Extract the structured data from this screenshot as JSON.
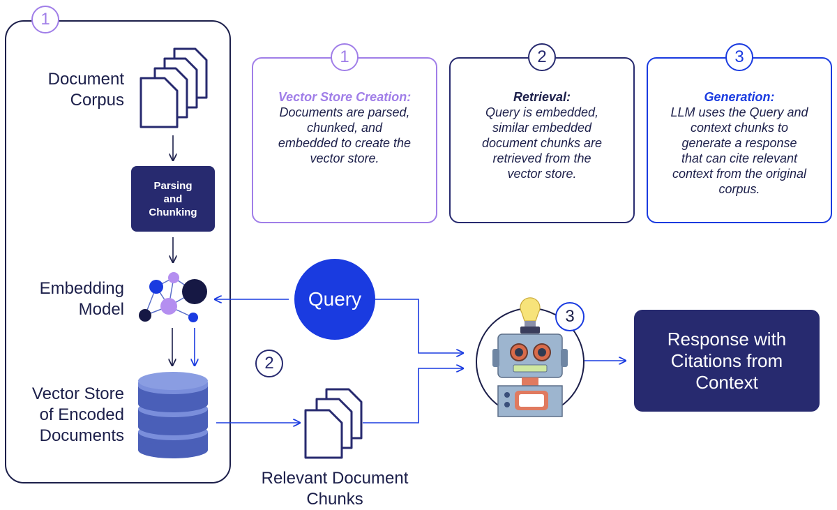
{
  "colors": {
    "navy": "#272a6f",
    "dark": "#1c1f4a",
    "blue": "#1a3be0",
    "purple": "#a07ee8",
    "light_purple": "#c6aef2",
    "db_blue": "#5b6fc9"
  },
  "left_panel": {
    "step_number": "1",
    "document_corpus": [
      "Document",
      "Corpus"
    ],
    "parsing_box": [
      "Parsing",
      "and",
      "Chunking"
    ],
    "embedding_model": [
      "Embedding",
      "Model"
    ],
    "vector_store": [
      "Vector Store",
      "of Encoded",
      "Documents"
    ]
  },
  "cards": [
    {
      "number": "1",
      "title": "Vector Store Creation:",
      "lines": [
        "Documents are parsed,",
        "chunked, and",
        "embedded to create the",
        "vector store."
      ],
      "color": "#a07ee8"
    },
    {
      "number": "2",
      "title": "Retrieval:",
      "lines": [
        "Query is embedded,",
        "similar embedded",
        "document chunks are",
        "retrieved from the",
        "vector store."
      ],
      "color": "#272a6f"
    },
    {
      "number": "3",
      "title": "Generation:",
      "lines": [
        "LLM uses the Query and",
        "context chunks to",
        "generate a response",
        "that can cite relevant",
        "context from the original",
        "corpus."
      ],
      "color": "#1a3be0"
    }
  ],
  "query": "Query",
  "step2_number": "2",
  "step3_number": "3",
  "relevant_chunks": [
    "Relevant Document",
    "Chunks"
  ],
  "response": [
    "Response with",
    "Citations from",
    "Context"
  ]
}
